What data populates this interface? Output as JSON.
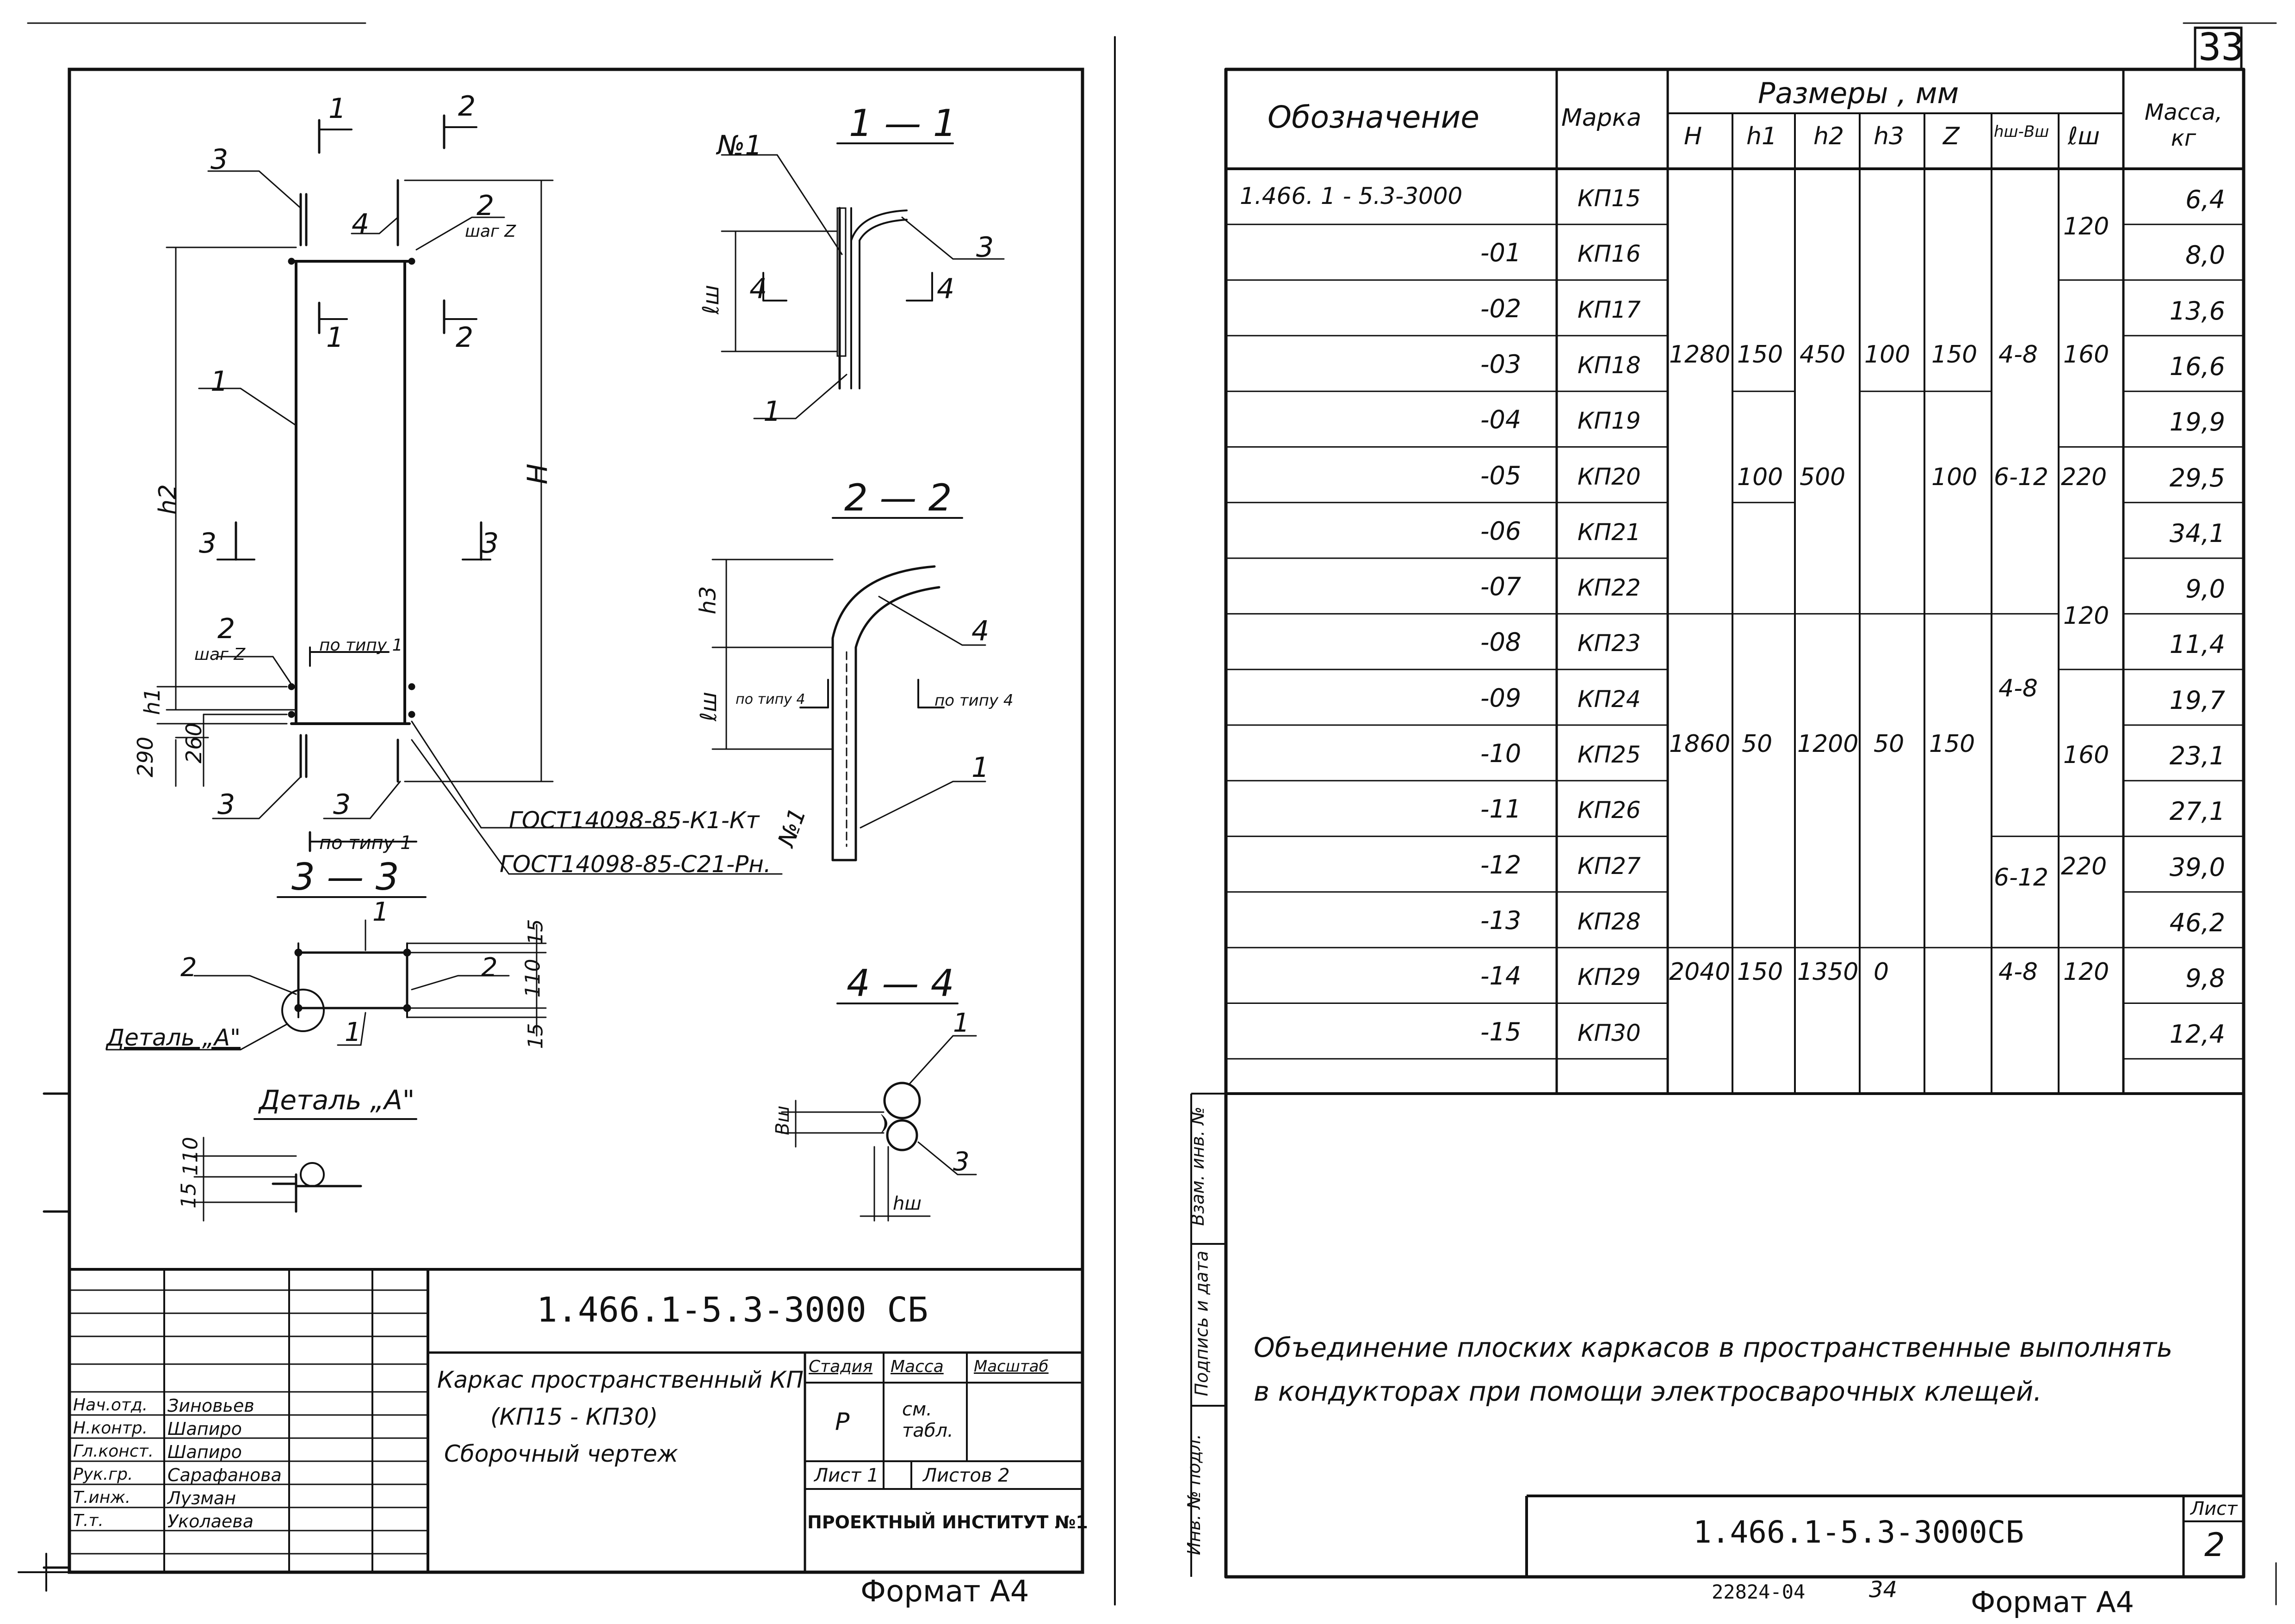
{
  "page_number": "33",
  "left_sheet": {
    "sections": {
      "s11": "1 — 1",
      "s22": "2 — 2",
      "s33": "3 — 3",
      "s44": "4 — 4"
    },
    "labels": {
      "cut1": "1",
      "cut2": "2",
      "cut3": "3",
      "cut4": "4",
      "pos1": "1",
      "pos2": "2",
      "pos3": "3",
      "pos4": "4",
      "step_z": "шаг Z",
      "dim_H": "H",
      "dim_h1": "h1",
      "dim_h2": "h2",
      "dim_h3": "h3",
      "dim_lsh": "ℓш",
      "dim_bsh": "Bш",
      "dim_hsh": "hш",
      "dim_290": "290",
      "dim_260": "260",
      "dim_15a": "15",
      "dim_110": "110",
      "dim_15b": "15",
      "dim_110b": "110",
      "dim_15c": "15",
      "po_tipu_1": "по типу 1",
      "po_tipu_1b": "по типу 1",
      "po_tipu_4a": "по типу 4",
      "po_tipu_4b": "по типу 4",
      "no1a": "№1",
      "no1b": "№1",
      "gost1": "ГОСТ14098-85-К1-Кт",
      "gost2": "ГОСТ14098-85-С21-Рн.",
      "detail_a_ref": "Деталь „А\"",
      "detail_a_title": "Деталь „А\""
    },
    "title_block": {
      "code": "1.466.1-5.3-3000 СБ",
      "description": [
        "Каркас пространственный КП",
        "(КП15 - КП30)",
        "Сборочный чертеж"
      ],
      "col_stadia": "Стадия",
      "col_massa": "Масса",
      "col_masshtab": "Масштаб",
      "stadia": "Р",
      "massa": "см. табл.",
      "list": "Лист 1",
      "listov": "Листов 2",
      "org": "ПРОЕКТНЫЙ ИНСТИТУТ №1",
      "people": [
        {
          "role": "Нач.отд.",
          "name": "Зиновьев"
        },
        {
          "role": "Н.контр.",
          "name": "Шапиро"
        },
        {
          "role": "Гл.конст.",
          "name": "Шапиро"
        },
        {
          "role": "Рук.гр.",
          "name": "Сарафанова"
        },
        {
          "role": "Т.инж.",
          "name": "Лузман"
        },
        {
          "role": "Т.т.",
          "name": "Уколаева"
        }
      ]
    },
    "format": "Формат А4"
  },
  "right_sheet": {
    "table": {
      "h_designation": "Обозначение",
      "h_mark": "Марка",
      "h_sizes": "Размеры , мм",
      "h_mass": "Масса, кг",
      "sub_headers": [
        "H",
        "h1",
        "h2",
        "h3",
        "Z",
        "hш-Bш",
        "ℓш"
      ],
      "rows": [
        {
          "designation": "1.466. 1 - 5.3-3000",
          "mark": "КП15",
          "mass": "6,4"
        },
        {
          "designation": "-01",
          "mark": "КП16",
          "mass": "8,0"
        },
        {
          "designation": "-02",
          "mark": "КП17",
          "mass": "13,6"
        },
        {
          "designation": "-03",
          "mark": "КП18",
          "mass": "16,6"
        },
        {
          "designation": "-04",
          "mark": "КП19",
          "mass": "19,9"
        },
        {
          "designation": "-05",
          "mark": "КП20",
          "mass": "29,5"
        },
        {
          "designation": "-06",
          "mark": "КП21",
          "mass": "34,1"
        },
        {
          "designation": "-07",
          "mark": "КП22",
          "mass": "9,0"
        },
        {
          "designation": "-08",
          "mark": "КП23",
          "mass": "11,4"
        },
        {
          "designation": "-09",
          "mark": "КП24",
          "mass": "19,7"
        },
        {
          "designation": "-10",
          "mark": "КП25",
          "mass": "23,1"
        },
        {
          "designation": "-11",
          "mark": "КП26",
          "mass": "27,1"
        },
        {
          "designation": "-12",
          "mark": "КП27",
          "mass": "39,0"
        },
        {
          "designation": "-13",
          "mark": "КП28",
          "mass": "46,2"
        },
        {
          "designation": "-14",
          "mark": "КП29",
          "mass": "9,8"
        },
        {
          "designation": "-15",
          "mark": "КП30",
          "mass": "12,4"
        }
      ],
      "merged": {
        "H_1280": "1280",
        "H_1860": "1860",
        "H_2040": "2040",
        "h1_150": "150",
        "h1_100": "100",
        "h1_50": "50",
        "h1_150b": "150",
        "h2_450": "450",
        "h2_500": "500",
        "h2_1200": "1200",
        "h2_1350": "1350",
        "h3_100": "100",
        "h3_50": "50",
        "h3_0": "0",
        "z_150": "150",
        "z_100": "100",
        "z_150b": "150",
        "hb_48": "4-8",
        "hb_612": "6-12",
        "hb_48b": "4-8",
        "hb_612b": "6-12",
        "hb_48c": "4-8",
        "l_120a": "120",
        "l_160a": "160",
        "l_220a": "220",
        "l_120b": "120",
        "l_160b": "160",
        "l_220b": "220",
        "l_120c": "120"
      }
    },
    "note": [
      "Объединение плоских каркасов в пространственные выполнять",
      "в кондукторах при помощи электросварочных клещей."
    ],
    "side_stamps": [
      "Взам. инв. №",
      "Подпись и дата",
      "Инв. № подл."
    ],
    "title_code": "1.466.1-5.3-3000СБ",
    "sheet_label": "Лист",
    "sheet_number": "2",
    "order_number": "22824-04",
    "page_small": "34",
    "format": "Формат А4"
  }
}
